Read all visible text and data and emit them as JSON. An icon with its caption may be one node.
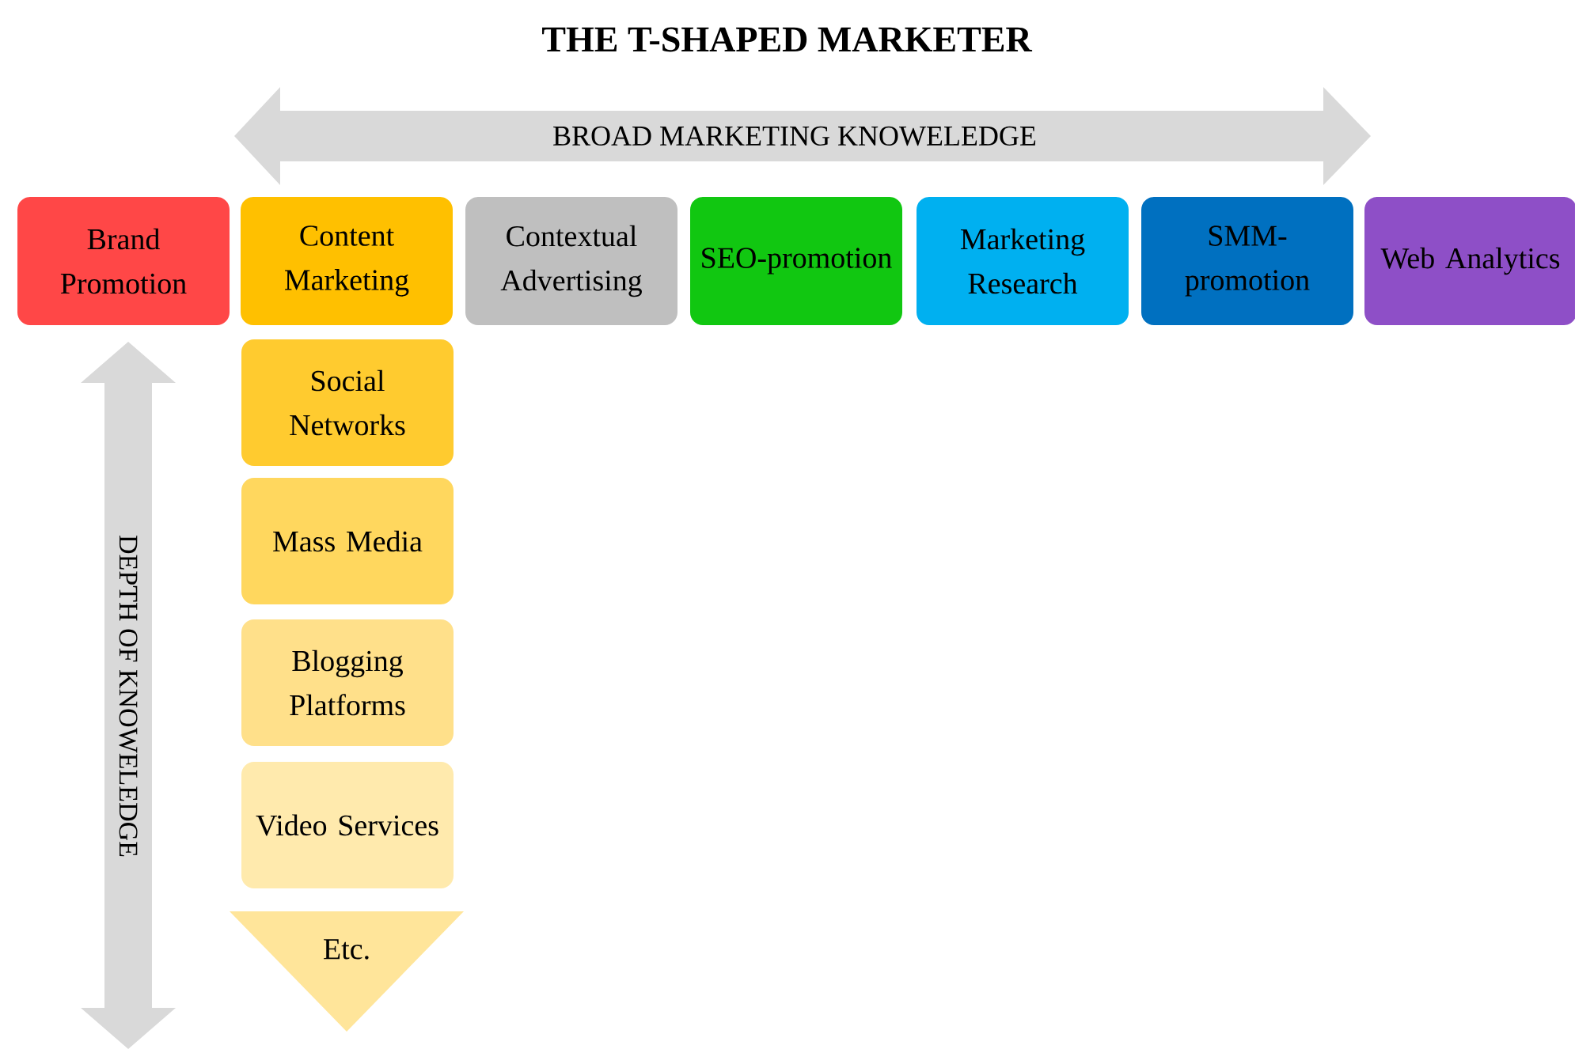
{
  "diagram": {
    "title": "THE T-SHAPED MARKETER",
    "nodes": [
      {
        "text": [
          "Brand Promotion"
        ]
      },
      {
        "text": [
          "Content Marketing"
        ]
      },
      {
        "text": [
          "Contextual Advertising"
        ]
      },
      {
        "text": [
          "SEO-promotion"
        ]
      },
      {
        "text": [
          "Marketing Research"
        ]
      },
      {
        "text": [
          "SMM-promotion"
        ]
      },
      {
        "text": [
          "Web Analytics"
        ]
      },
      {
        "text": [
          "Social Networks"
        ]
      },
      {
        "text": [
          "Mass Media"
        ]
      },
      {
        "text": [
          "Blogging Platforms"
        ]
      },
      {
        "text": [
          "Video Services"
        ]
      },
      {
        "text": [
          "Etc."
        ]
      }
    ],
    "labels": [
      "BROAD MARKETING KNOWELEDGE",
      "DEPTH OF KNOWELEDGE"
    ]
  }
}
